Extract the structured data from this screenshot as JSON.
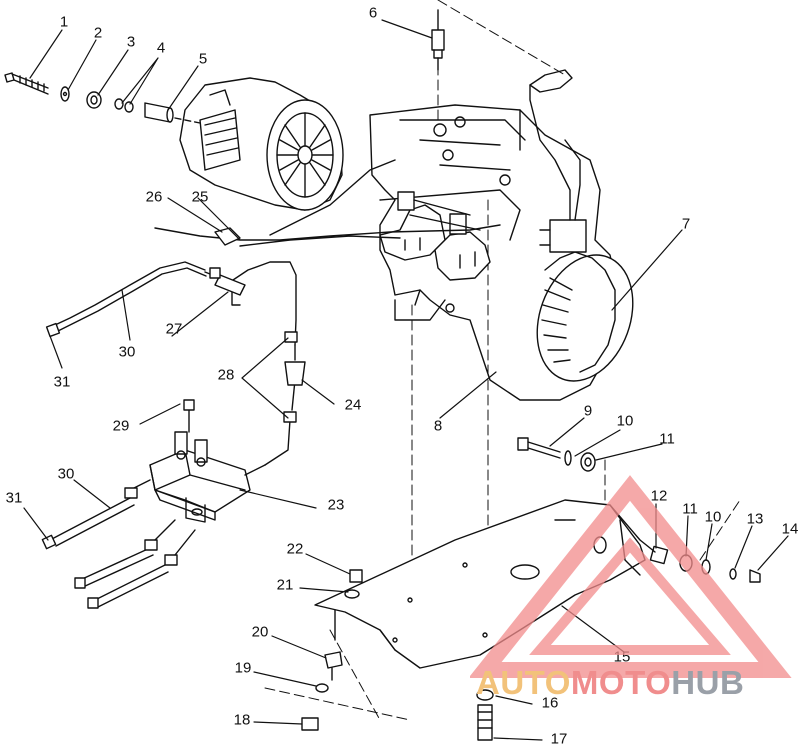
{
  "callouts": [
    {
      "n": "1"
    },
    {
      "n": "2"
    },
    {
      "n": "3"
    },
    {
      "n": "4"
    },
    {
      "n": "5"
    },
    {
      "n": "6"
    },
    {
      "n": "7"
    },
    {
      "n": "8"
    },
    {
      "n": "9"
    },
    {
      "n": "10"
    },
    {
      "n": "11"
    },
    {
      "n": "12"
    },
    {
      "n": "11"
    },
    {
      "n": "10"
    },
    {
      "n": "13"
    },
    {
      "n": "14"
    },
    {
      "n": "15"
    },
    {
      "n": "16"
    },
    {
      "n": "17"
    },
    {
      "n": "18"
    },
    {
      "n": "19"
    },
    {
      "n": "20"
    },
    {
      "n": "21"
    },
    {
      "n": "22"
    },
    {
      "n": "23"
    },
    {
      "n": "24"
    },
    {
      "n": "25"
    },
    {
      "n": "26"
    },
    {
      "n": "27"
    },
    {
      "n": "28"
    },
    {
      "n": "29"
    },
    {
      "n": "30"
    },
    {
      "n": "30"
    },
    {
      "n": "31"
    },
    {
      "n": "31"
    }
  ],
  "watermark": {
    "part1": "AUTO",
    "part2": "MOTO",
    "part3": "HUB",
    "colors": {
      "auto": "#f2c27a",
      "moto": "#f08d8d",
      "hub": "#9aa0a8",
      "triangle": "#f28c8c"
    }
  }
}
